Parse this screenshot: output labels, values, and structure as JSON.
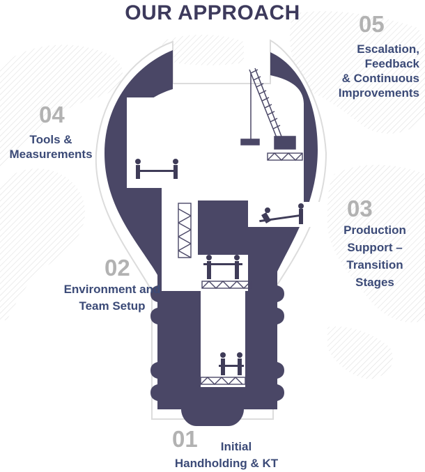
{
  "title": "OUR APPROACH",
  "colors": {
    "bulb": "#4a4766",
    "number": "#b2b2b2",
    "label": "#3b4a77",
    "title": "#3d3a5c",
    "map": "#e6e6e6"
  },
  "stages": [
    {
      "number": "01",
      "label_lines": [
        "Initial",
        "Handholding & KT"
      ]
    },
    {
      "number": "02",
      "label_lines": [
        "Environment and",
        "Team Setup"
      ]
    },
    {
      "number": "03",
      "label_lines": [
        "Production",
        "Support –",
        "Transition",
        "Stages"
      ]
    },
    {
      "number": "04",
      "label_lines": [
        "Tools &",
        "Measurements"
      ]
    },
    {
      "number": "05",
      "label_lines": [
        "Escalation,",
        "Feedback",
        "& Continuous",
        "Improvements"
      ]
    }
  ]
}
